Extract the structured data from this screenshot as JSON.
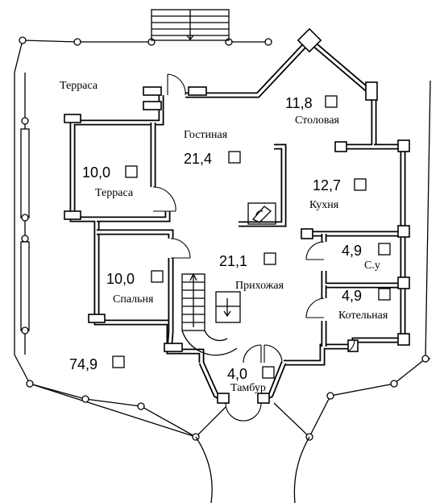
{
  "rooms": {
    "terrace_outer": {
      "name": "Терраса",
      "area": "74,9"
    },
    "terrace_inner": {
      "name": "Терраса",
      "area": "10,0"
    },
    "living": {
      "name": "Гостиная",
      "area": "21,4"
    },
    "dining": {
      "name": "Столовая",
      "area": "11,8"
    },
    "kitchen": {
      "name": "Кухня",
      "area": "12,7"
    },
    "hall": {
      "name": "Прихожая",
      "area": "21,1"
    },
    "bedroom": {
      "name": "Спальня",
      "area": "10,0"
    },
    "wc": {
      "name": "С.у",
      "area": "4,9"
    },
    "boiler": {
      "name": "Котельная",
      "area": "4,9"
    },
    "vestibule": {
      "name": "Тамбур",
      "area": "4,0"
    }
  }
}
